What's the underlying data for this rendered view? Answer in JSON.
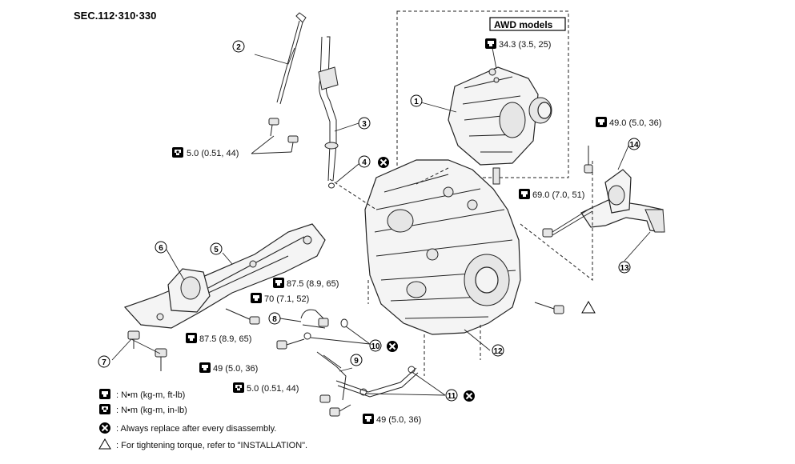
{
  "section_ref": "SEC.112·310·330",
  "awd_box_title": "AWD models",
  "torque_specs": {
    "t34": "34.3 (3.5, 25)",
    "t49_mount": "49.0 (5.0, 36)",
    "t5_dipstick": "5.0 (0.51, 44)",
    "t69": "69.0 (7.0, 51)",
    "t875_a": "87.5 (8.9, 65)",
    "t70": "70 (7.1, 52)",
    "t875_b": "87.5 (8.9, 65)",
    "t49_a": "49 (5.0, 36)",
    "t5_bracket": "5.0 (0.51, 44)",
    "t49_b": "49 (5.0, 36)"
  },
  "callouts": [
    "1",
    "2",
    "3",
    "4",
    "5",
    "6",
    "7",
    "8",
    "9",
    "10",
    "11",
    "12",
    "13",
    "14"
  ],
  "legend": {
    "nm": ": N•m  (kg-m,  ft-lb)",
    "nm_in": ": N•m  (kg-m,  in-lb)",
    "replace": ": Always replace after every disassembly.",
    "installation": ": For tightening torque, refer to \"INSTALLATION\"."
  },
  "icons": {
    "torque_ftlb": "torque-wrench-icon",
    "torque_inlb": "torque-wrench-inlb-icon",
    "replace": "circled-x-icon",
    "installation": "triangle-icon"
  }
}
